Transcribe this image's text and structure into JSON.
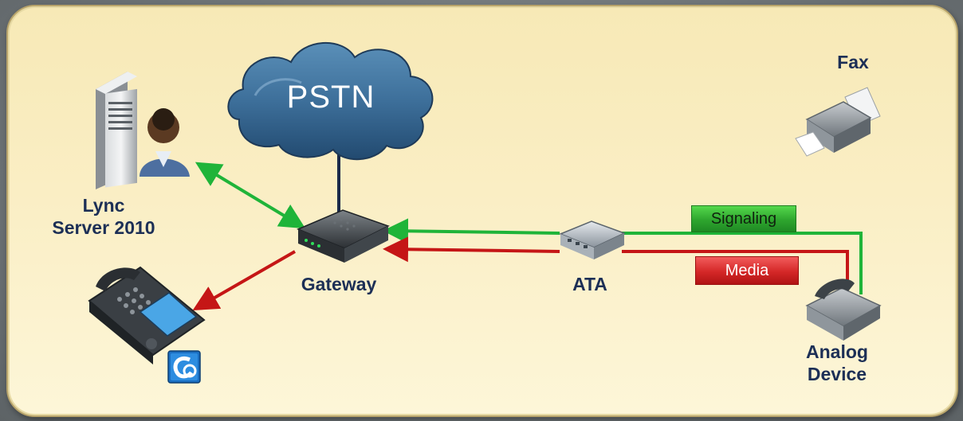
{
  "labels": {
    "pstn": "PSTN",
    "lync_line1": "Lync",
    "lync_line2": "Server 2010",
    "gateway": "Gateway",
    "ata": "ATA",
    "fax": "Fax",
    "analog_line1": "Analog",
    "analog_line2": "Device",
    "signaling": "Signaling",
    "media": "Media"
  },
  "colors": {
    "signaling": "#1fb439",
    "media": "#c51616",
    "pstn_link": "#1b2a4a",
    "label_text": "#1c2f56"
  }
}
